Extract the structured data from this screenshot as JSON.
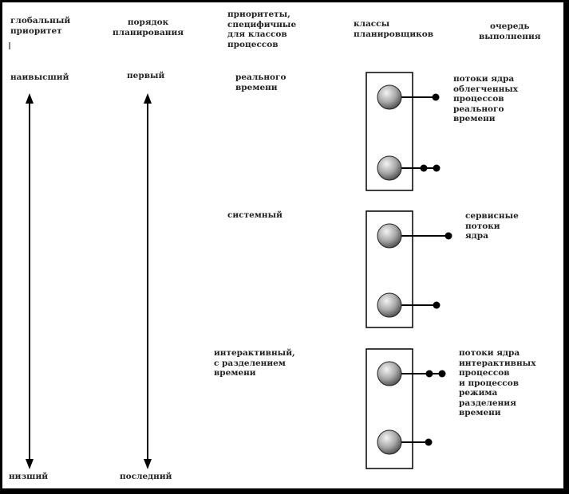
{
  "headers": {
    "global_priority": "глобальный\nприоритет",
    "scheduling_order": "порядок\nпланирования",
    "class_priorities": "приоритеты,\nспецифичные\nдля классов\nпроцессов",
    "scheduler_classes": "классы\nпланировщиков",
    "run_queue": "очередь\nвыполнения"
  },
  "axis_labels": {
    "highest": "наивысший",
    "lowest": "низший",
    "first": "первый",
    "last": "последний"
  },
  "classes": [
    {
      "name": "реального\nвремени",
      "queue_label": "потоки ядра\nоблегченных\nпроцессов\nреального\nвремени"
    },
    {
      "name": "системный",
      "queue_label": "сервисные\nпотоки\nядра"
    },
    {
      "name": "интерактивный,\nс разделением\nвремени",
      "queue_label": "потоки ядра\nинтерактивных\nпроцессов\nи процессов\nрежима\nразделения\nвремени"
    }
  ],
  "colors": {
    "border": "#000000",
    "line": "#000000",
    "sphere_light": "#f2f2f2",
    "sphere_dark": "#5a5a5a"
  }
}
